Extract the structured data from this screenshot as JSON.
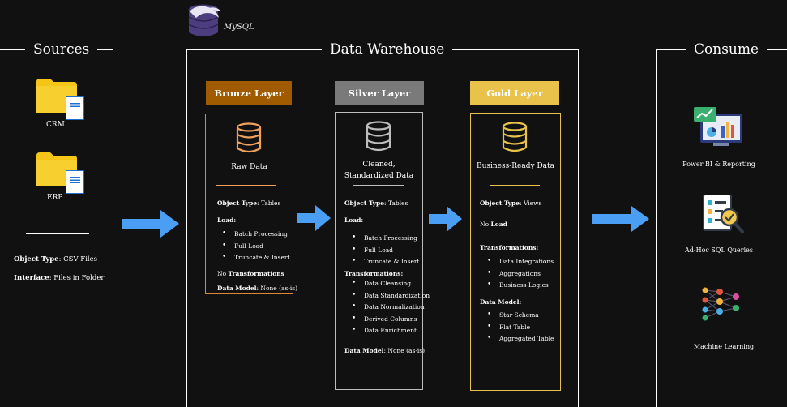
{
  "sources": {
    "title": "Sources",
    "items": [
      {
        "label": "CRM"
      },
      {
        "label": "ERP"
      }
    ],
    "meta": {
      "object_type_key": "Object Type",
      "object_type_value": ": CSV Files",
      "interface_key": "Interface",
      "interface_value": ": Files in Folder"
    }
  },
  "mysql": {
    "label": "MySQL"
  },
  "warehouse": {
    "title": "Data Warehouse",
    "layers": [
      {
        "name": "Bronze Layer",
        "header_color": "#a05a00",
        "border_color": "#d9893a",
        "description": "Raw Data",
        "object_type_key": "Object Type",
        "object_type_value": ": Tables",
        "load_label": "Load",
        "load_items": [
          "Batch Processing",
          "Full Load",
          "Truncate & Insert"
        ],
        "no_word": "No ",
        "transformations_label": "Transformations",
        "data_model_key": "Data Model",
        "data_model_value": ": None (as-is)"
      },
      {
        "name": "Silver Layer",
        "header_color": "#7a7a7a",
        "border_color": "#bdbdbd",
        "description": "Cleaned, Standardized Data",
        "object_type_key": "Object Type",
        "object_type_value": ": Tables",
        "load_label": "Load",
        "load_items": [
          "Batch Processing",
          "Full Load",
          "Truncate & Insert"
        ],
        "transformations_label": "Transformations",
        "transformation_items": [
          "Data Cleansing",
          "Data Standardization",
          "Data Normalization",
          "Derived Columns",
          "Data Enrichment"
        ],
        "data_model_key": "Data Model",
        "data_model_value": ": None (as-is)"
      },
      {
        "name": "Gold Layer",
        "header_color": "#e8c24a",
        "border_color": "#e8c24a",
        "description": "Business-Ready Data",
        "object_type_key": "Object Type",
        "object_type_value": ": Views",
        "no_word": "No ",
        "load_label": "Load",
        "transformations_label": "Transformations",
        "transformation_items": [
          "Data Integrations",
          "Aggregations",
          "Business Logics"
        ],
        "data_model_key": "Data Model",
        "data_model_items": [
          "Star Schema",
          "Flat Table",
          "Aggregated Table"
        ]
      }
    ]
  },
  "consume": {
    "title": "Consume",
    "items": [
      {
        "label": "Power BI & Reporting"
      },
      {
        "label": "Ad-Hoc SQL Queries"
      },
      {
        "label": "Machine Learning"
      }
    ]
  },
  "colors": {
    "background": "#111111",
    "arrow": "#4a9ff5",
    "folder": "#f5c518"
  }
}
